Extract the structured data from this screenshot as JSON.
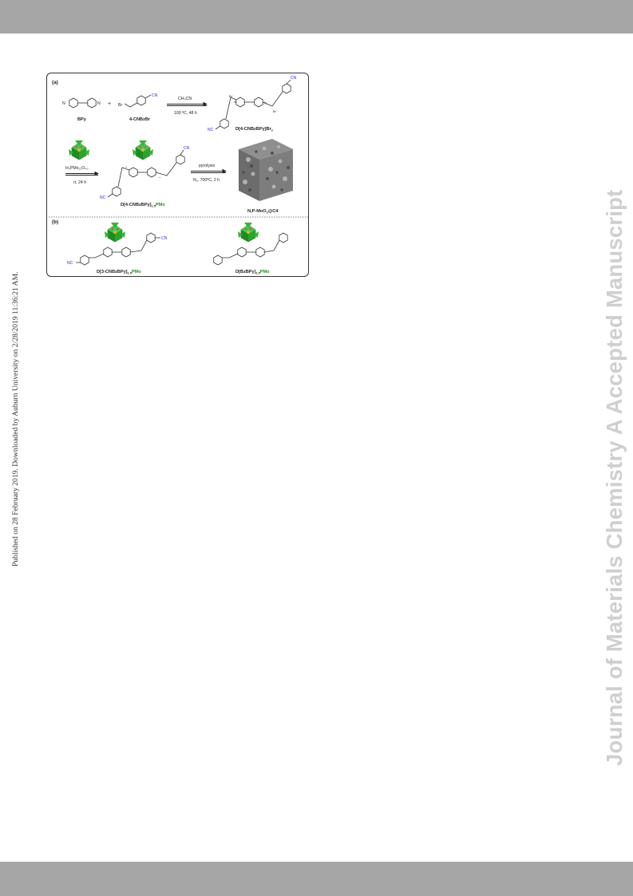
{
  "page": {
    "sidebar_left": "Published on 28 February 2019. Downloaded by Auburn University on 2/28/2019 11:36:21 AM.",
    "sidebar_right": "Journal of Materials Chemistry A Accepted Manuscript"
  },
  "figure": {
    "panel_a": "(a)",
    "panel_b": "(b)",
    "plus": "+",
    "compounds": {
      "bpy": "BPy",
      "cnbzbr": "4-CNBzBr",
      "d4_br": "D[4-CNBzBPy]Br",
      "d4_br_sub": "2",
      "d4_pmo_main": "D[4-CNBzBPy]",
      "d4_pmo_sub": "1.5",
      "d4_pmo_tail": "PMo",
      "product_a": "N,P-MoO",
      "product_sub": "2",
      "product_b": "@C4",
      "d3_pmo_main": "D[3-CNBzBPy]",
      "d3_pmo_sub": "1.5",
      "d3_pmo_tail": "PMo",
      "dbz_pmo_main": "D[BzBPy]",
      "dbz_pmo_sub": "1.5",
      "dbz_pmo_tail": "PMo"
    },
    "conditions": {
      "step1_top": "CH₃CN",
      "step1_bottom": "100 ºC, 48 h",
      "step2_top": "H₃PMo₁₂O₄₀",
      "step2_bottom": "rt, 24 h",
      "step3_top": "pyrolysis",
      "step3_bottom": "N₂, 700ºC, 2 h"
    },
    "atoms": {
      "n": "N",
      "n_plus": "N",
      "plus_sign": "+",
      "br": "Br",
      "br_minus": "Br⁻",
      "cn": "CN",
      "nc": "NC"
    }
  }
}
